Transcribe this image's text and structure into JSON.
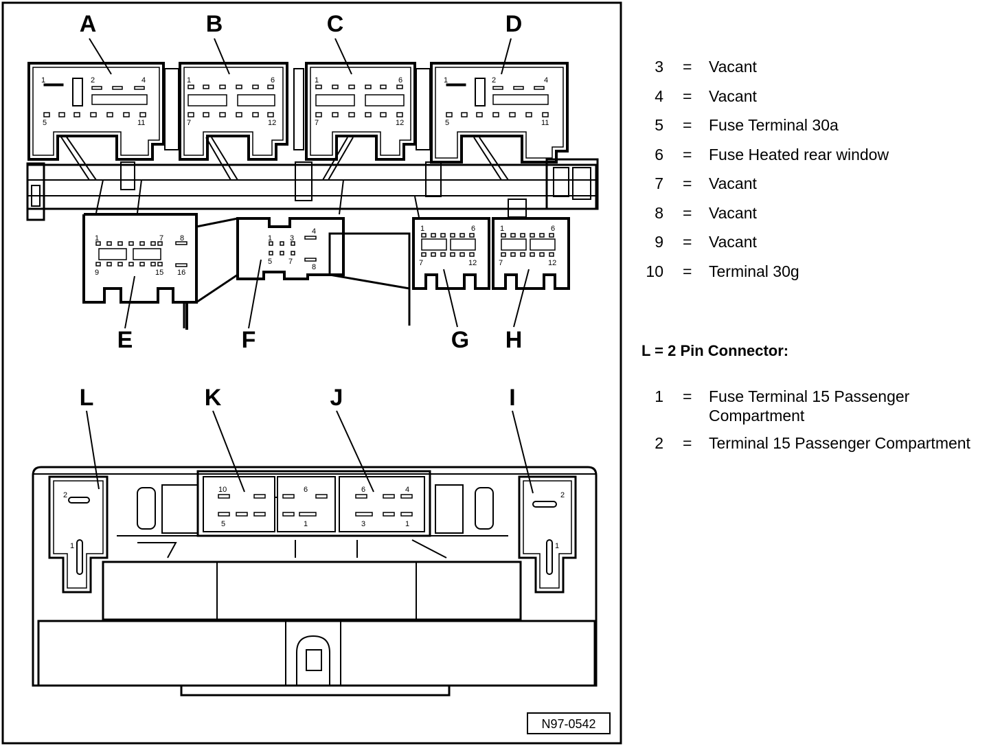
{
  "connector_letters": {
    "A": "A",
    "B": "B",
    "C": "C",
    "D": "D",
    "E": "E",
    "F": "F",
    "G": "G",
    "H": "H",
    "I": "I",
    "J": "J",
    "K": "K",
    "L": "L"
  },
  "pin_labels": {
    "a": [
      "1",
      "2",
      "4",
      "5",
      "11"
    ],
    "b": [
      "1",
      "6",
      "7",
      "12"
    ],
    "c": [
      "1",
      "6",
      "7",
      "12"
    ],
    "d": [
      "1",
      "2",
      "4",
      "5",
      "11"
    ],
    "e": [
      "1",
      "7",
      "8",
      "9",
      "15",
      "16"
    ],
    "f": [
      "1",
      "3",
      "4",
      "5",
      "7",
      "8"
    ],
    "g": [
      "1",
      "6",
      "7",
      "12"
    ],
    "h": [
      "1",
      "6",
      "7",
      "12"
    ],
    "k": [
      "10",
      "6",
      "5",
      "1"
    ],
    "j": [
      "6",
      "4",
      "3",
      "1"
    ],
    "l": [
      "2",
      "1"
    ],
    "i": [
      "2",
      "1"
    ]
  },
  "figure_id": "N97-0542",
  "legend": {
    "equals": "=",
    "items": [
      {
        "num": "3",
        "desc": "Vacant"
      },
      {
        "num": "4",
        "desc": "Vacant"
      },
      {
        "num": "5",
        "desc": "Fuse Terminal 30a"
      },
      {
        "num": "6",
        "desc": "Fuse Heated rear window"
      },
      {
        "num": "7",
        "desc": "Vacant"
      },
      {
        "num": "8",
        "desc": "Vacant"
      },
      {
        "num": "9",
        "desc": "Vacant"
      },
      {
        "num": "10",
        "desc": "Terminal 30g"
      }
    ],
    "l_heading": "L = 2 Pin Connector:",
    "l_items": [
      {
        "num": "1",
        "desc_line1": "Fuse Terminal 15 Passenger",
        "desc_line2": "Compartment"
      },
      {
        "num": "2",
        "desc_line1": "Terminal 15 Passenger Compartment",
        "desc_line2": ""
      }
    ]
  }
}
